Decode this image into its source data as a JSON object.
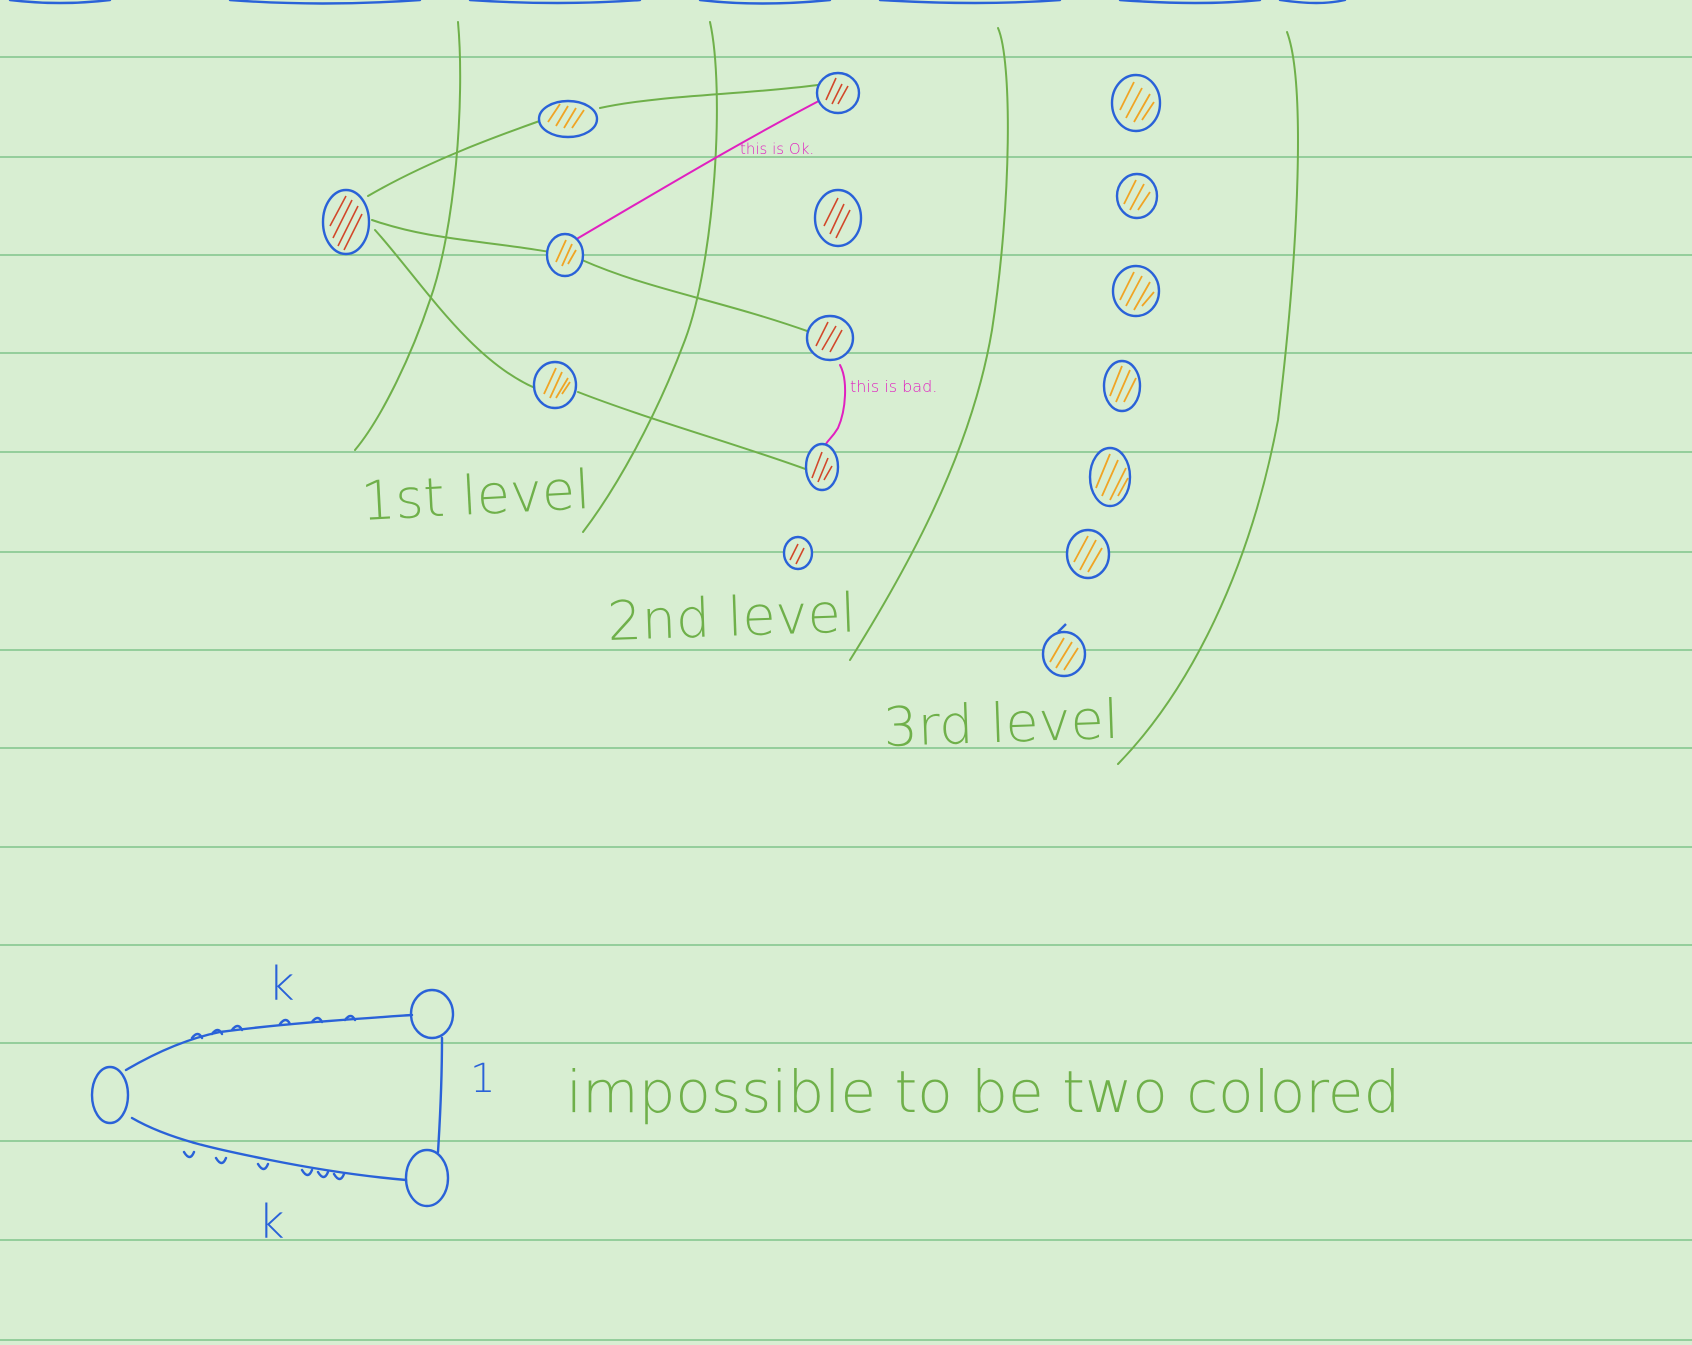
{
  "top_text_fragment": "...",
  "levels": [
    {
      "label": "1st level"
    },
    {
      "label": "2nd level"
    },
    {
      "label": "3rd level"
    }
  ],
  "annotations": {
    "ok": "this is Ok.",
    "bad": "this is bad."
  },
  "cycle": {
    "path_label_top": "k",
    "path_label_bottom": "k",
    "edge_label": "1",
    "caption": "impossible to be two colored"
  },
  "colors": {
    "paper": "#d8eed2",
    "rule_lines": "#7fc38a",
    "green_ink": "#6fb04a",
    "blue_ink": "#2a62d8",
    "pink_ink": "#e020c0",
    "red_fill": "#d2482a",
    "orange_fill": "#f0a424"
  }
}
